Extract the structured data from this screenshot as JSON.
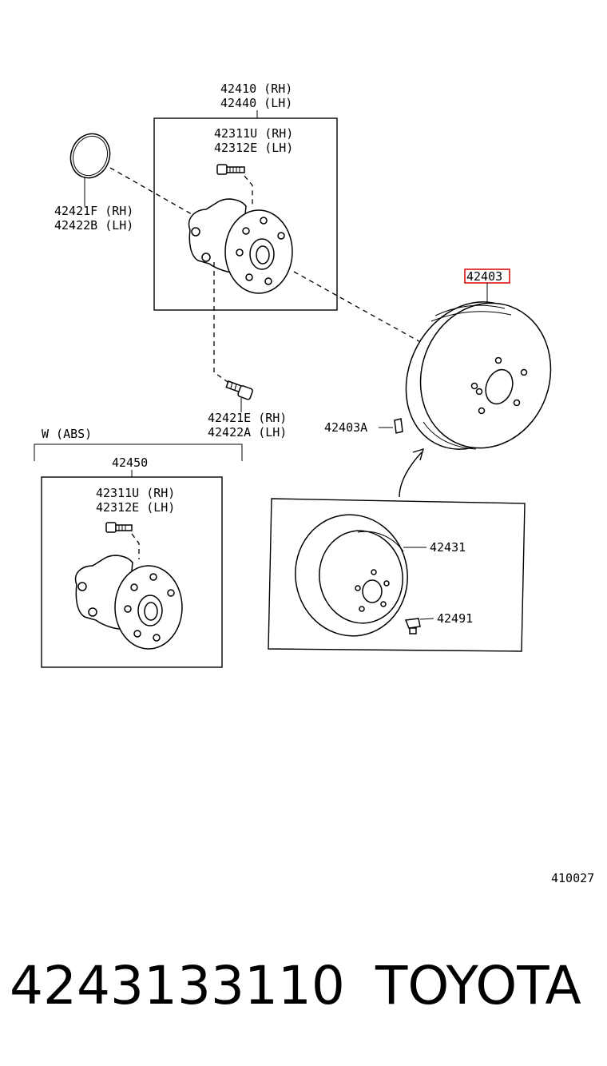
{
  "labels": {
    "hub_rh": "42410 (RH)",
    "hub_lh": "42440 (LH)",
    "bolt_top_rh": "42311U (RH)",
    "bolt_top_lh": "42312E (LH)",
    "seal_rh": "42421F (RH)",
    "seal_lh": "42422B (LH)",
    "drum": "42403",
    "hubbolt_rh": "42421E (RH)",
    "hubbolt_lh": "42422A (LH)",
    "plug": "42403A",
    "abs_variant": "W (ABS)",
    "hub_abs": "42450",
    "bolt_abs_rh": "42311U (RH)",
    "bolt_abs_lh": "42312E (LH)",
    "disc": "42431",
    "disc_screw": "42491",
    "diagram_no": "410027"
  },
  "footer": {
    "part_number": "4243133110",
    "brand": "TOYOTA"
  },
  "colors": {
    "highlight": "#d40000",
    "ink": "#000000"
  }
}
